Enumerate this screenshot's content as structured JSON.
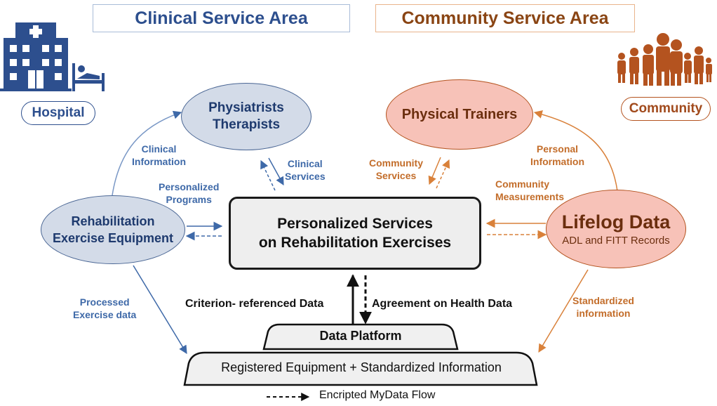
{
  "areas": {
    "clinical": "Clinical Service Area",
    "community": "Community Service Area"
  },
  "places": {
    "hospital": "Hospital",
    "community": "Community"
  },
  "nodes": {
    "physiatrists_line1": "Physiatrists",
    "physiatrists_line2": "Therapists",
    "rehab_line1": "Rehabilitation",
    "rehab_line2": "Exercise Equipment",
    "trainers": "Physical Trainers",
    "lifelog_title": "Lifelog Data",
    "lifelog_sub": "ADL and FITT Records",
    "center_line1": "Personalized Services",
    "center_line2": "on Rehabilitation Exercises",
    "platform": "Data Platform",
    "registered": "Registered Equipment + Standardized Information"
  },
  "labels": {
    "clinical_info_1": "Clinical",
    "clinical_info_2": "Information",
    "clinical_services_1": "Clinical",
    "clinical_services_2": "Services",
    "personalized_programs_1": "Personalized",
    "personalized_programs_2": "Programs",
    "processed_1": "Processed",
    "processed_2": "Exercise data",
    "community_services_1": "Community",
    "community_services_2": "Services",
    "personal_info_1": "Personal",
    "personal_info_2": "Information",
    "community_meas_1": "Community",
    "community_meas_2": "Measurements",
    "standardized_1": "Standardized",
    "standardized_2": "information",
    "criterion": "Criterion- referenced Data",
    "agreement": "Agreement on Health Data"
  },
  "legend": {
    "dashed": "Encripted MyData Flow"
  },
  "icons": {
    "hospital": "hospital-building-icon",
    "patient": "patient-bed-icon",
    "people": "family-group-icon"
  },
  "colors": {
    "clinical": "#3e69a8",
    "community": "#c36d2a",
    "clinical_fill": "#d3dbe8",
    "community_fill": "#f7c2b8"
  }
}
